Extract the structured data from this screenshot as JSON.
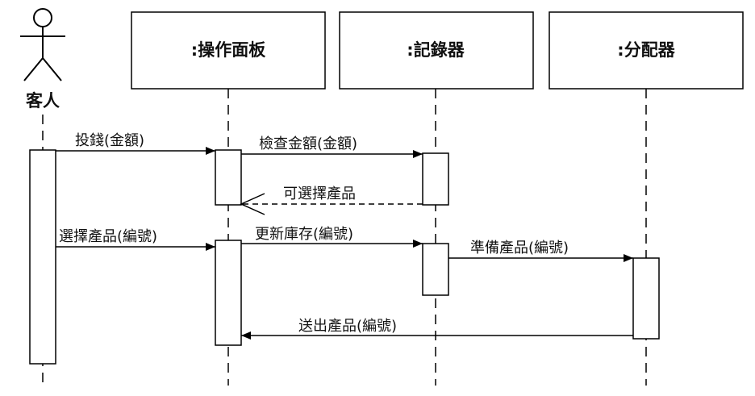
{
  "actor": {
    "name": "客人"
  },
  "participants": [
    {
      "id": "panel",
      "label": ":操作面板"
    },
    {
      "id": "recorder",
      "label": ":記錄器"
    },
    {
      "id": "dispenser",
      "label": ":分配器"
    }
  ],
  "messages": [
    {
      "id": "insert-coins",
      "label": "投錢(金額)",
      "from": "customer",
      "to": "panel",
      "kind": "sync"
    },
    {
      "id": "check-amount",
      "label": "檢查金額(金額)",
      "from": "panel",
      "to": "recorder",
      "kind": "sync"
    },
    {
      "id": "product-selectable",
      "label": "可選擇產品",
      "from": "recorder",
      "to": "panel",
      "kind": "return"
    },
    {
      "id": "select-product",
      "label": "選擇產品(編號)",
      "from": "customer",
      "to": "panel",
      "kind": "sync"
    },
    {
      "id": "update-stock",
      "label": "更新庫存(編號)",
      "from": "panel",
      "to": "recorder",
      "kind": "sync"
    },
    {
      "id": "prepare-product",
      "label": "準備產品(編號)",
      "from": "recorder",
      "to": "dispenser",
      "kind": "sync"
    },
    {
      "id": "send-product",
      "label": "送出產品(編號)",
      "from": "dispenser",
      "to": "panel",
      "kind": "sync"
    }
  ]
}
